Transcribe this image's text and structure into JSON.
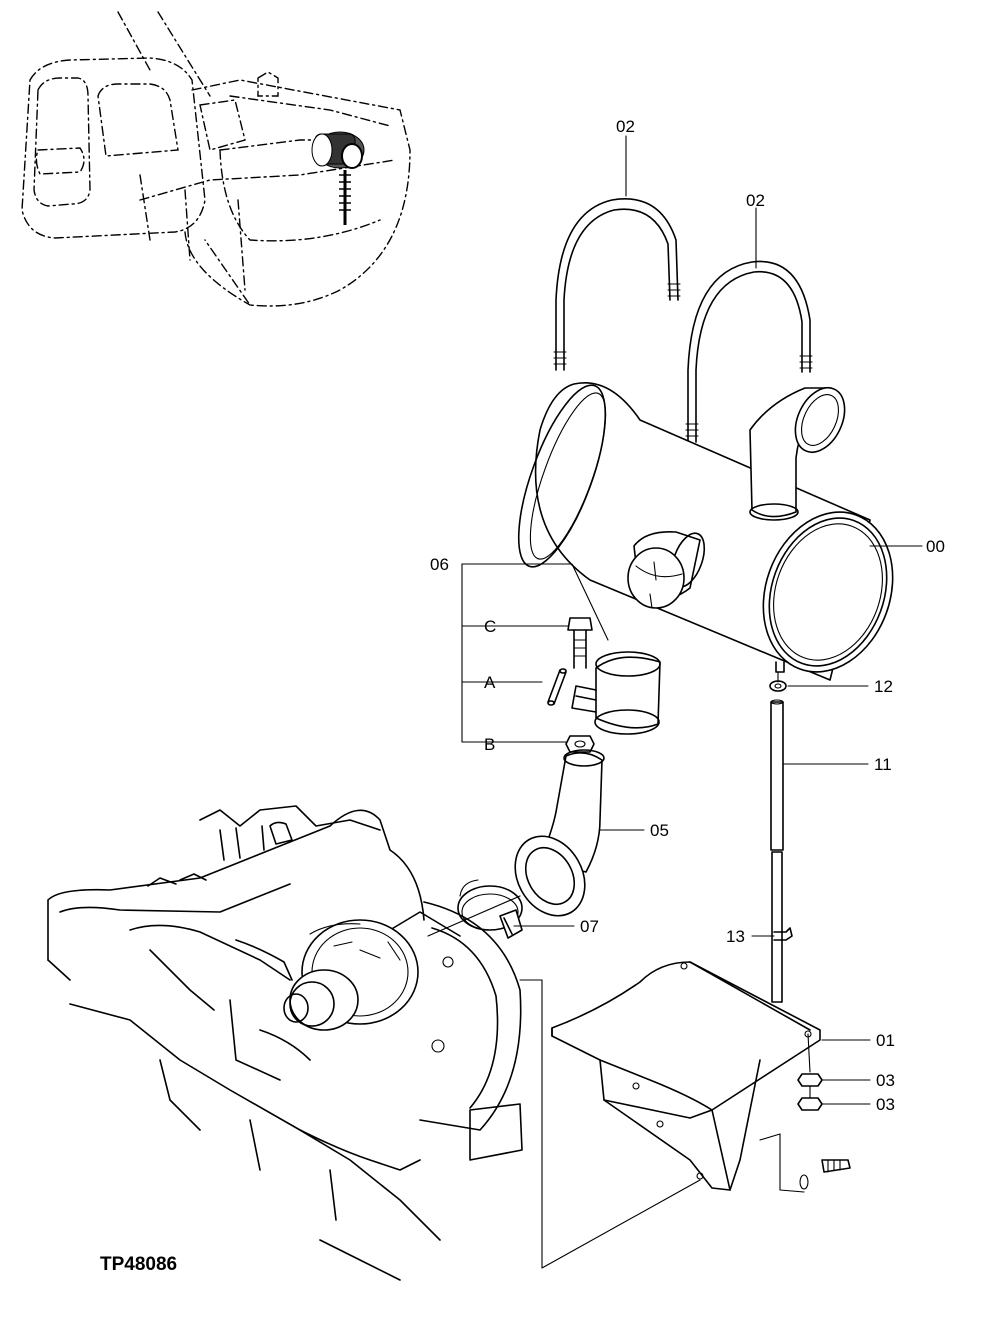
{
  "drawing_code": "TP48086",
  "callouts": {
    "c00": "00",
    "c01": "01",
    "c02a": "02",
    "c02b": "02",
    "c03a": "03",
    "c03b": "03",
    "c05": "05",
    "c06": "06",
    "c07": "07",
    "c11": "11",
    "c12": "12",
    "c13": "13",
    "cA": "A",
    "cB": "B",
    "cC": "C"
  }
}
